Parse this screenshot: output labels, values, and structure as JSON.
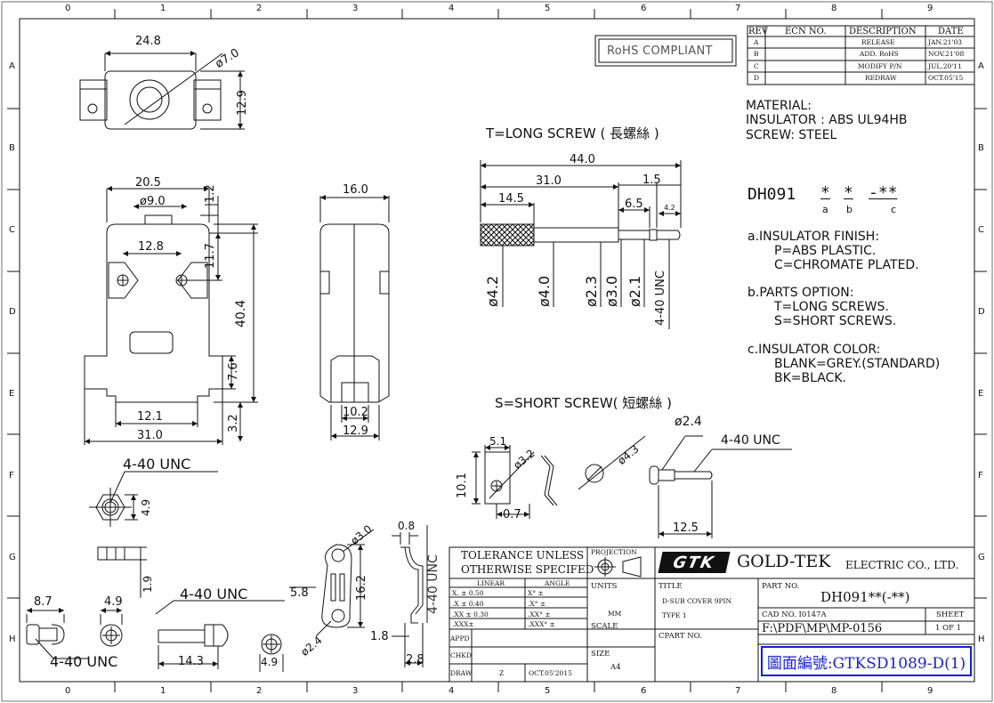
{
  "border": {
    "columns": [
      "0",
      "1",
      "2",
      "3",
      "4",
      "5",
      "6",
      "7",
      "8",
      "9"
    ],
    "rows": [
      "A",
      "B",
      "C",
      "D",
      "E",
      "F",
      "G",
      "H"
    ]
  },
  "rohs": "RoHS COMPLIANT",
  "revision_table": {
    "headers": [
      "REV",
      "ECN NO.",
      "DESCRIPTION",
      "DATE"
    ],
    "rows": [
      {
        "rev": "A",
        "ecn": "",
        "desc": "RELEASE",
        "date": "JAN.21'03"
      },
      {
        "rev": "B",
        "ecn": "",
        "desc": "ADD. RoHS",
        "date": "NOV.21'08"
      },
      {
        "rev": "C",
        "ecn": "",
        "desc": "MODIFY P/N",
        "date": "JUL.20'11"
      },
      {
        "rev": "D",
        "ecn": "",
        "desc": "REDRAW",
        "date": "OCT.05'15"
      }
    ]
  },
  "material": {
    "title": "MATERIAL:",
    "insulator": "INSULATOR : ABS UL94HB",
    "screw": "SCREW: STEEL"
  },
  "part_code": {
    "base": "DH091",
    "star_a": "*",
    "star_b": "*",
    "suffix": "-**",
    "label_a": "a",
    "label_b": "b",
    "label_c": "c"
  },
  "options": {
    "a_title": "a.INSULATOR FINISH:",
    "a_1": "P=ABS PLASTIC.",
    "a_2": "C=CHROMATE PLATED.",
    "b_title": "b.PARTS OPTION:",
    "b_1": "T=LONG SCREWS.",
    "b_2": "S=SHORT SCREWS.",
    "c_title": "c.INSULATOR COLOR:",
    "c_1": "BLANK=GREY.(STANDARD)",
    "c_2": "BK=BLACK."
  },
  "long_screw": {
    "title": "T=LONG SCREW ( 長螺絲 )",
    "dims": [
      "44.0",
      "31.0",
      "1.5",
      "14.5",
      "6.5",
      "4.2"
    ],
    "diams": [
      "ø4.2",
      "ø4.0",
      "ø2.3",
      "ø3.0",
      "ø2.1",
      "4-40 UNC"
    ]
  },
  "short_screw": {
    "title": "S=SHORT SCREW( 短螺絲 )",
    "dims": [
      "ø2.4",
      "4-40 UNC",
      "5.1",
      "ø3.2",
      "ø4.3",
      "10.1",
      "0.7",
      "12.5"
    ]
  },
  "top_view": {
    "width": "24.8",
    "hole": "ø7.0",
    "height": "12.9"
  },
  "front_view": {
    "top_w": "20.5",
    "top_d": "ø9.0",
    "d1": "1.2",
    "hole_spacing": "12.8",
    "d2": "11.7",
    "height": "40.4",
    "d3": "7.6",
    "bottom_w1": "12.1",
    "bottom_w2": "31.0",
    "d4": "3.2"
  },
  "side_view": {
    "width": "16.0",
    "b1": "10.2",
    "b2": "12.9"
  },
  "hardware": {
    "nut_label": "4-40 UNC",
    "nut_dim": "4.9",
    "washer_dim": "1.9",
    "clip_d1": "ø3.0",
    "clip_d2": "0.8",
    "clip_d3": "16.2",
    "clip_d4": "5.8",
    "clip_d5": "ø2.4",
    "clip_d6": "1.8",
    "clip_d7": "2.8",
    "clip_unc": "4-40 UNC",
    "screw_unc": "4-40 UNC",
    "screw_len": "14.3",
    "screw_head": "4.9",
    "left_d1": "8.7",
    "left_d2": "4.9",
    "left_unc": "4-40 UNC"
  },
  "tolerance": {
    "title1": "TOLERANCE UNLESS",
    "title2": "OTHERWISE SPECIFED",
    "linear": "LINEAR",
    "angle": "ANGLE",
    "rows": [
      {
        "l": "X.  ± 0.50",
        "a": "X°  ±"
      },
      {
        "l": ".X  ± 0.40",
        "a": ".X°  ±"
      },
      {
        "l": ".XX ± 0.30",
        "a": ".XX° ±"
      },
      {
        "l": ".XXX±",
        "a": ".XXX° ±"
      }
    ],
    "appd": "APPD",
    "chkd": "CHKD",
    "draw": "DRAW",
    "drawer": "Z",
    "date": "OCT.05'2015"
  },
  "title_block": {
    "projection": "PROJECTION",
    "units_label": "UNITS",
    "units": "MM",
    "scale_label": "SCALE",
    "size_label": "SIZE",
    "size": "A4",
    "logo": "GTK",
    "company": "GOLD-TEK",
    "company_sub": "ELECTRIC  CO., LTD.",
    "title_label": "TITLE",
    "title_1": "D-SUB COVER 9PIN",
    "title_2": "TYPE 1",
    "cpart": "CPART NO.",
    "partno_label": "PART NO.",
    "partno": "DH091**(-**)",
    "cad_label": "CAD NO. I0147A",
    "path": "F:\\PDF\\MP\\MP-0156",
    "sheet_label": "SHEET",
    "sheet": "1 OF 1",
    "drawing_no": "圖面編號:GTKSD1089-D(1)"
  }
}
